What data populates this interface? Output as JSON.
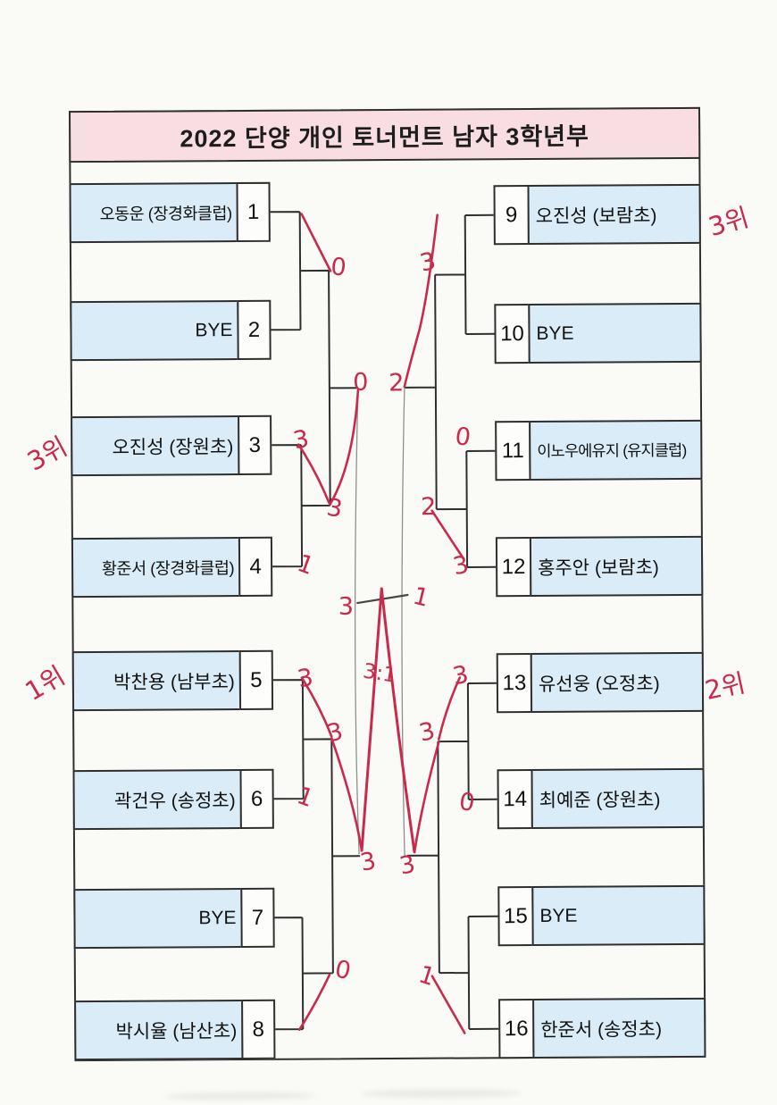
{
  "title": "2022 단양 개인 토너먼트 남자 3학년부",
  "bracket": {
    "left": [
      {
        "seed": "1",
        "name": "오동운 (장경화클럽)"
      },
      {
        "seed": "2",
        "name": "BYE"
      },
      {
        "seed": "3",
        "name": "오진성 (장원초)"
      },
      {
        "seed": "4",
        "name": "황준서 (장경화클럽)"
      },
      {
        "seed": "5",
        "name": "박찬용 (남부초)"
      },
      {
        "seed": "6",
        "name": "곽건우 (송정초)"
      },
      {
        "seed": "7",
        "name": "BYE"
      },
      {
        "seed": "8",
        "name": "박시율 (남산초)"
      }
    ],
    "right": [
      {
        "seed": "9",
        "name": "오진성 (보람초)"
      },
      {
        "seed": "10",
        "name": "BYE"
      },
      {
        "seed": "11",
        "name": "이노우에유지 (유지클럽)"
      },
      {
        "seed": "12",
        "name": "홍주안 (보람초)"
      },
      {
        "seed": "13",
        "name": "유선웅 (오정초)"
      },
      {
        "seed": "14",
        "name": "최예준 (장원초)"
      },
      {
        "seed": "15",
        "name": "BYE"
      },
      {
        "seed": "16",
        "name": "한준서 (송정초)"
      }
    ]
  },
  "scores": {
    "left_qf1_top": "0",
    "left_r1_p3": "3",
    "left_r1_p4": "1",
    "left_qf1_bottom": "3",
    "left_sf_top": "0",
    "left_r1_p5": "3",
    "left_r1_p6": "1",
    "left_qf2_top": "3",
    "left_sf_bottom": "3",
    "left_qf2_bottom": "0",
    "final_left": "3",
    "final_right": "1",
    "final_note": "3:1",
    "right_qf1_top": "3",
    "right_sf_top": "2",
    "right_r1_p11": "0",
    "right_r1_p12": "3",
    "right_qf1_bottom": "2",
    "right_r1_p13": "3",
    "right_r1_p14": "0",
    "right_qf2_top": "3",
    "right_sf_bottom": "3",
    "right_qf2_bottom": "1"
  },
  "ranks": {
    "left_top": "3위",
    "left_bottom": "1위",
    "right_top": "3위",
    "right_bottom": "2위"
  }
}
